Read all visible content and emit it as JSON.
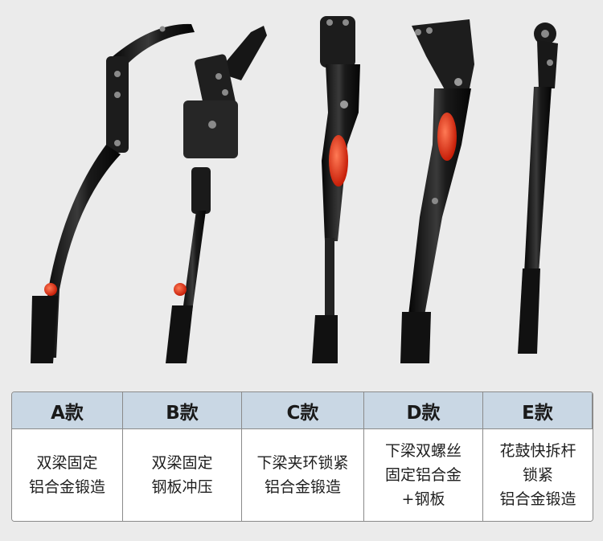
{
  "table": {
    "headers": [
      "A款",
      "B款",
      "C款",
      "D款",
      "E款"
    ],
    "rows": [
      [
        "双梁固定",
        "铝合金锻造"
      ],
      [
        "双梁固定",
        "钢板冲压"
      ],
      [
        "下梁夹环锁紧",
        "铝合金锻造"
      ],
      [
        "下梁双螺丝",
        "固定铝合金",
        "+钢板"
      ],
      [
        "花鼓快拆杆",
        "锁紧",
        "铝合金锻造"
      ]
    ]
  },
  "colors": {
    "background": "#ebebeb",
    "header_fill": "#c9d7e4",
    "stand_metal": "#151515",
    "accent_reflector": "#e8341c"
  }
}
